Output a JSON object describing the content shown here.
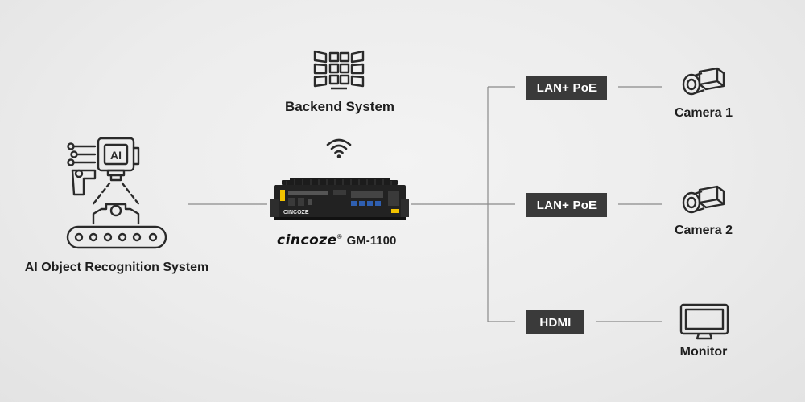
{
  "diagram": {
    "center": {
      "brand": "cincoze",
      "model": "GM-1100",
      "device_brand_text": "CINCOZE"
    },
    "backend": {
      "label": "Backend System"
    },
    "ai_system": {
      "label": "AI Object Recognition System",
      "badge": "AI"
    },
    "connections": [
      {
        "tag": "LAN+ PoE",
        "device": "Camera 1",
        "device_icon": "camera-icon"
      },
      {
        "tag": "LAN+ PoE",
        "device": "Camera 2",
        "device_icon": "camera-icon"
      },
      {
        "tag": "HDMI",
        "device": "Monitor",
        "device_icon": "monitor-icon"
      }
    ],
    "wireless_icon": "wifi-icon",
    "colors": {
      "line": "#8a8a8a",
      "tag_bg": "#3a3a3a",
      "tag_text": "#ffffff",
      "accent": "#f2c300"
    }
  }
}
